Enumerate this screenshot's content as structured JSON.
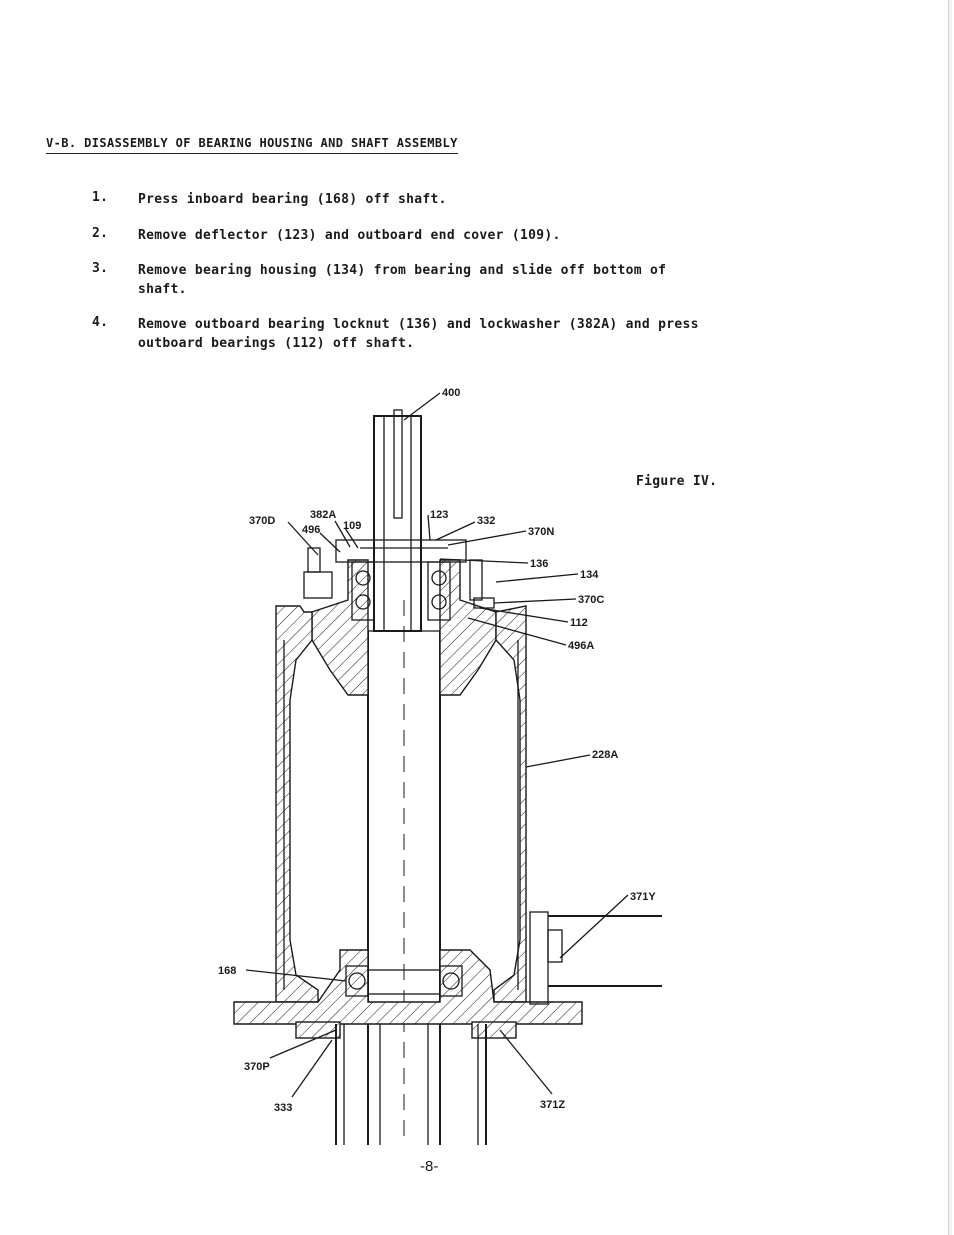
{
  "section": {
    "heading": "V-B.  DISASSEMBLY OF BEARING HOUSING AND SHAFT ASSEMBLY"
  },
  "steps": [
    {
      "number": "1.",
      "text": "Press inboard bearing (168) off shaft."
    },
    {
      "number": "2.",
      "text": "Remove deflector (123) and outboard end cover (109)."
    },
    {
      "number": "3.",
      "text": "Remove bearing housing (134) from bearing and slide off bottom of\nshaft."
    },
    {
      "number": "4.",
      "text": "Remove outboard bearing locknut (136) and lockwasher (382A) and press\noutboard bearings (112) off shaft."
    }
  ],
  "figure": {
    "caption": "Figure IV.",
    "part_labels": {
      "p400": "400",
      "p370D": "370D",
      "p382A": "382A",
      "p496": "496",
      "p109": "109",
      "p123": "123",
      "p332": "332",
      "p370N": "370N",
      "p136": "136",
      "p134": "134",
      "p370C": "370C",
      "p112": "112",
      "p496A": "496A",
      "p228A": "228A",
      "p371Y": "371Y",
      "p168": "168",
      "p370P": "370P",
      "p333": "333",
      "p371Z": "371Z"
    }
  },
  "footer": {
    "page_number": "-8-"
  }
}
